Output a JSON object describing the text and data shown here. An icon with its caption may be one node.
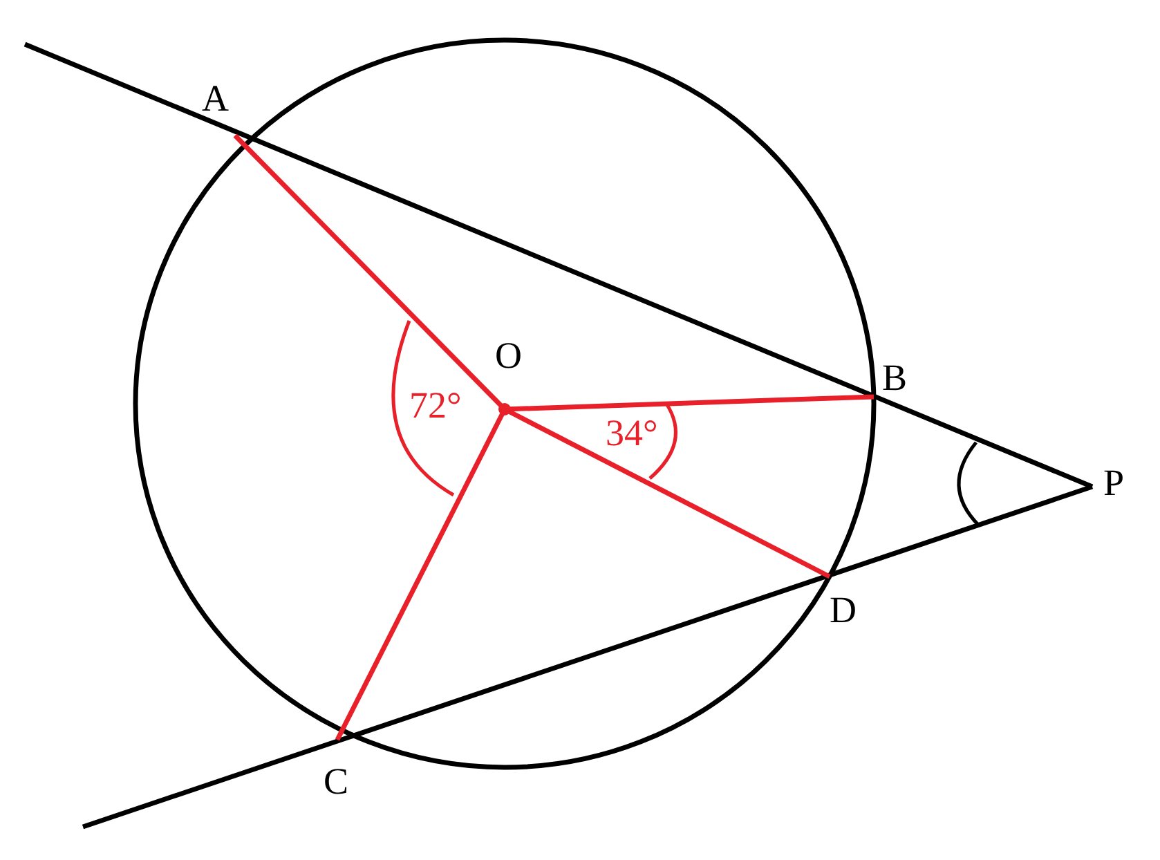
{
  "diagram": {
    "labels": [
      "A",
      "O",
      "B",
      "72°",
      "34°",
      "P",
      "D",
      "C"
    ]
  }
}
